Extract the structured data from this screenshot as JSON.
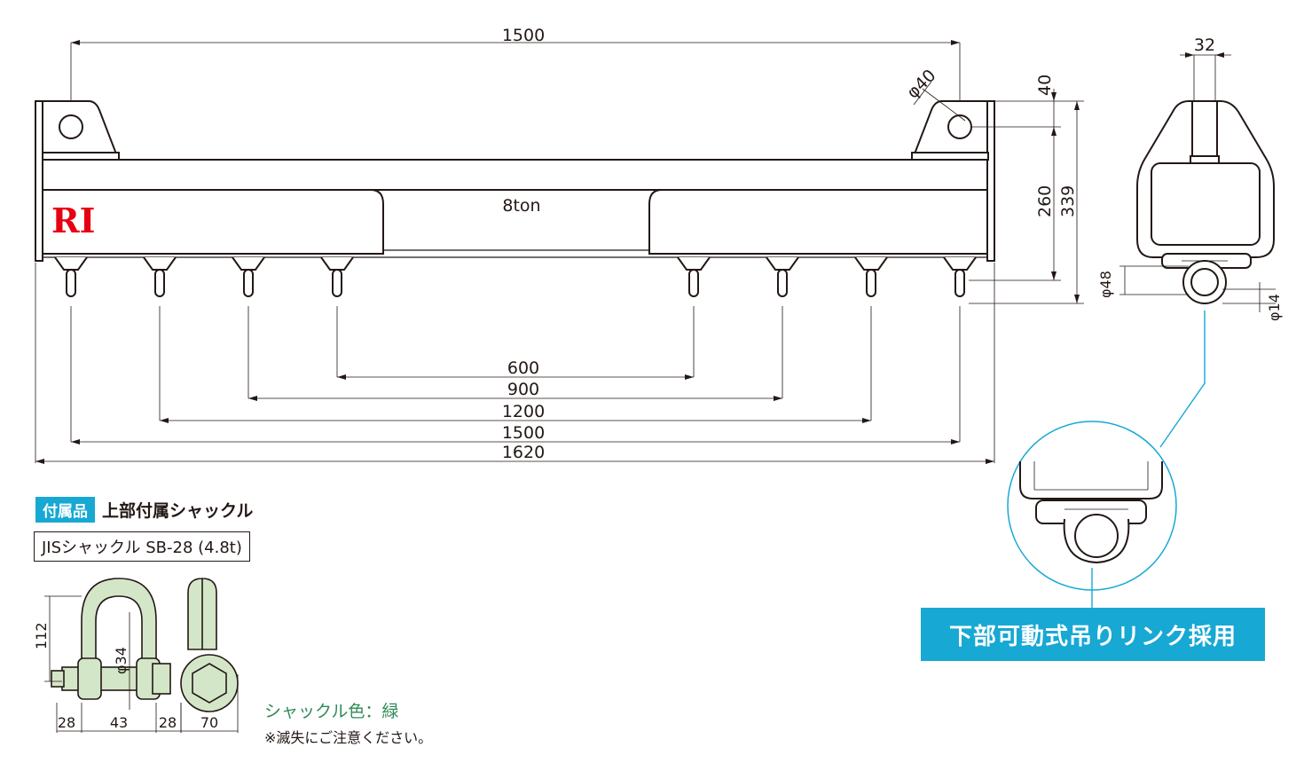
{
  "beam": {
    "capacity_label": "8ton",
    "logo_text": "RI",
    "dims": {
      "top_span": "1500",
      "hole_dia": "φ40",
      "top_offset": "40",
      "height_inner": "260",
      "height_total": "339",
      "span_600": "600",
      "span_900": "900",
      "span_1200": "1200",
      "span_1500": "1500",
      "overall": "1620"
    }
  },
  "side_view": {
    "dims": {
      "width": "32",
      "link_dia": "φ48",
      "rod_dia": "φ14"
    }
  },
  "callout": {
    "label": "下部可動式吊りリンク採用"
  },
  "accessory": {
    "badge": "付属品",
    "title": "上部付属シャックル",
    "spec": "JISシャックル SB-28 (4.8t)",
    "dims": {
      "height": "112",
      "pin_dia": "φ34",
      "d28a": "28",
      "d43": "43",
      "d28b": "28",
      "d70": "70"
    },
    "color_note": "シャックル色：緑",
    "caution": "※滅失にご注意ください。"
  },
  "colors": {
    "callout_blue": "#17a8d4",
    "shackle_green": "#d4e6c8",
    "logo_red": "#e60012",
    "note_green": "#2e8b57"
  }
}
